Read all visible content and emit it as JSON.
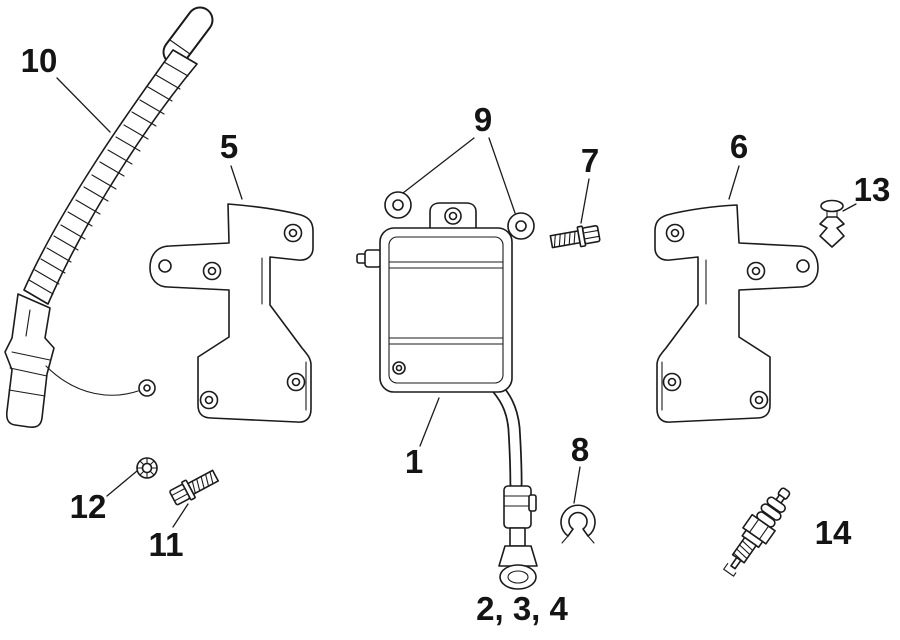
{
  "colors": {
    "line": "#1b1b1b",
    "background": "#ffffff"
  },
  "callouts": {
    "n1": "1",
    "n234": "2, 3, 4",
    "n5": "5",
    "n6": "6",
    "n7": "7",
    "n8": "8",
    "n9": "9",
    "n10": "10",
    "n11": "11",
    "n12": "12",
    "n13": "13",
    "n14": "14"
  }
}
